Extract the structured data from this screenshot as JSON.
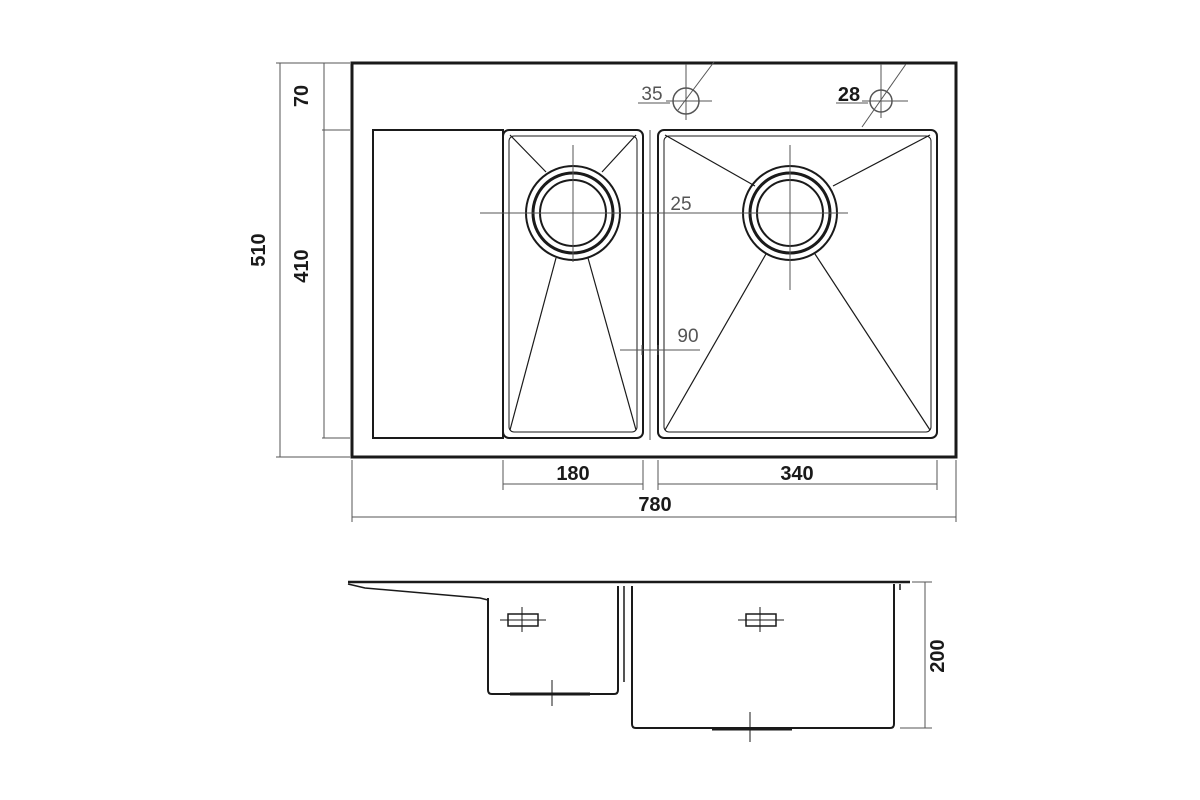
{
  "drawing": {
    "top_view": {
      "overall_width": "780",
      "overall_depth": "510",
      "back_deck_depth": "70",
      "bowl_depth": "410",
      "small_bowl_width": "180",
      "large_bowl_width": "340",
      "tap_hole_diameter": "35",
      "accessory_hole_diameter": "28",
      "drain_offset": "25",
      "bowl_divider": "90"
    },
    "side_view": {
      "bowl_height": "200"
    },
    "colors": {
      "line": "#1a1a1a",
      "dimension_line": "#555555",
      "background": "#ffffff"
    }
  }
}
